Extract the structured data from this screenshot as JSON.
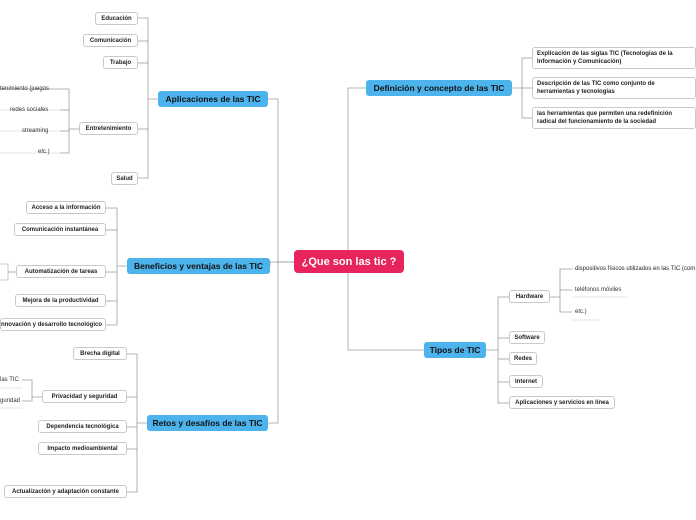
{
  "central": "¿Que son las tic ?",
  "branches": {
    "aplicaciones": {
      "label": "Aplicaciones de las TIC",
      "educacion": "Educación",
      "comunicacion": "Comunicación",
      "trabajo": "Trabajo",
      "entretenimiento": "Entretenimiento",
      "entretenimiento_items": [
        "tenimiento (juegos",
        "redes sociales",
        "streaming",
        "etc.)"
      ],
      "salud": "Salud"
    },
    "definicion": {
      "label": "Definición y concepto de las TIC",
      "items": [
        "Explicación de las siglas TIC (Tecnologías de la Información y Comunicación)",
        "Descripción de las TIC como conjunto de herramientas y tecnologías",
        "las herramientas que permiten una redefinición radical del funcionamiento de la sociedad"
      ]
    },
    "beneficios": {
      "label": "Beneficios y ventajas de las TIC",
      "acceso": "Acceso a la información",
      "comunicacion": "Comunicación instantánea",
      "automatizacion": "Automatización de tareas",
      "productividad": "Mejora de la productividad",
      "innovacion": "nnovación y desarrollo tecnológico"
    },
    "tipos": {
      "label": "Tipos de TIC",
      "hardware": "Hardware",
      "hardware_items": [
        "dispositivos físicos utilizados en las TIC (com",
        "teléfonos móviles",
        "etc.)"
      ],
      "software": "Software",
      "redes": "Redes",
      "internet": "Internet",
      "aplicaciones": "Aplicaciones y servicios en línea"
    },
    "retos": {
      "label": "Retos y desafíos de las TIC",
      "brecha": "Brecha digital",
      "privacidad": "Privacidad y seguridad",
      "privacidad_items": [
        "las TIC",
        "guridad"
      ],
      "dependencia": "Dependencia tecnológica",
      "impacto": "Impacto medioambiental",
      "actualizacion": "Actualización y adaptación constante"
    }
  }
}
